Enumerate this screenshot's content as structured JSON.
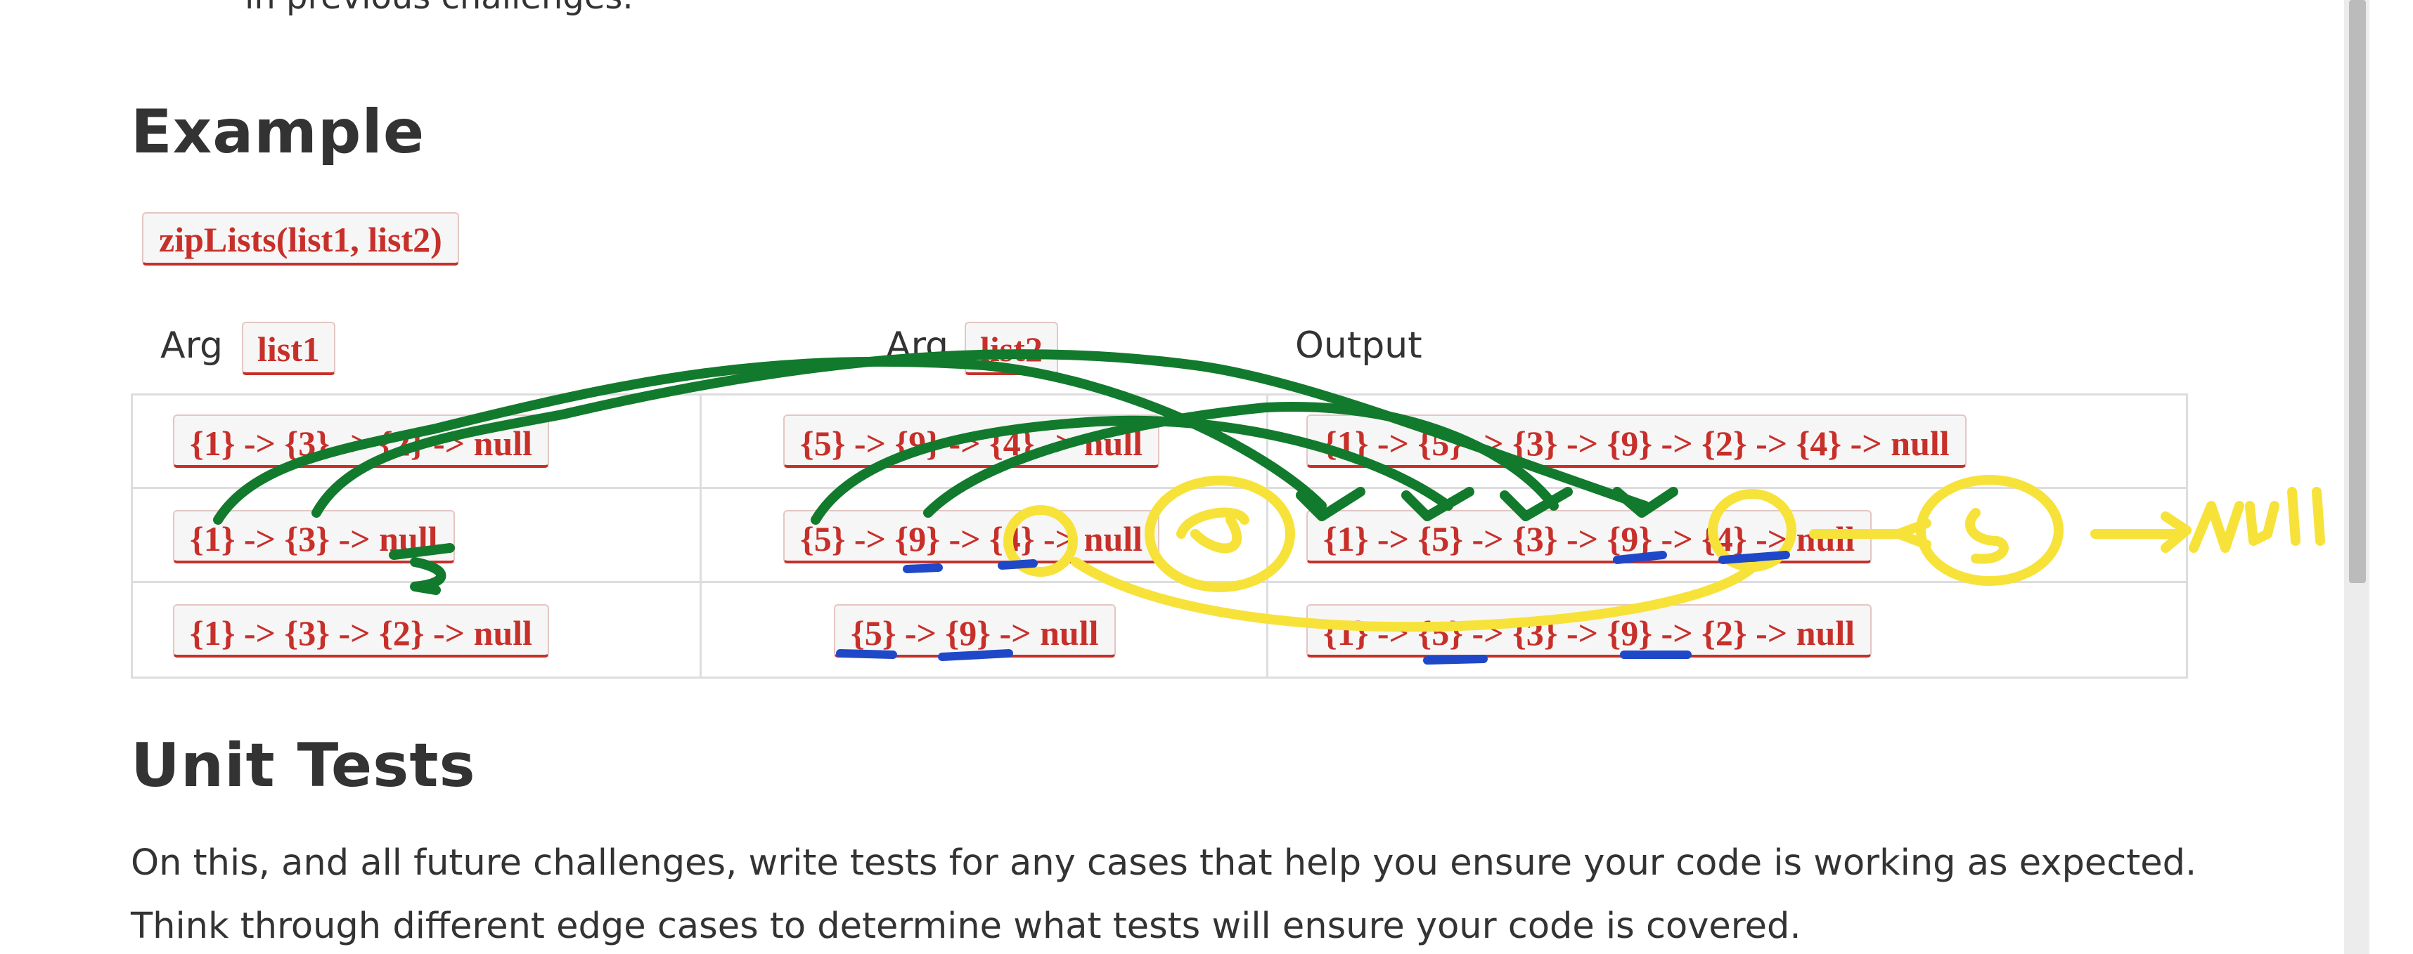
{
  "intro": {
    "tail_text": "in previous challenges."
  },
  "example": {
    "heading": "Example",
    "function_call": "zipLists(list1, list2)",
    "columns": {
      "arg1_label": "Arg",
      "arg1_name": "list1",
      "arg2_label": "Arg",
      "arg2_name": "list2",
      "output_label": "Output"
    },
    "rows": [
      {
        "list1": "{1} -> {3} -> {2} -> null",
        "list2": "{5} -> {9} -> {4} -> null",
        "output": "{1} -> {5} -> {3} -> {9} -> {2} -> {4} -> null"
      },
      {
        "list1": "{1} -> {3} -> null",
        "list2": "{5} -> {9} -> {4} -> null",
        "output": "{1} -> {5} -> {3} -> {9} -> {4} -> null"
      },
      {
        "list1": "{1} -> {3} -> {2} -> null",
        "list2": "{5} -> {9} -> null",
        "output": "{1} -> {5} -> {3} -> {9} -> {2} -> null"
      }
    ]
  },
  "unit_tests": {
    "heading": "Unit Tests",
    "body": "On this, and all future challenges, write tests for any cases that help you ensure your code is working as expected. Think through different edge cases to determine what tests will ensure your code is covered."
  },
  "annotations": {
    "handwritten_note": "5 → null",
    "colors": {
      "green": "#127a2c",
      "yellow": "#f7e23a",
      "blue": "#1f48c9"
    }
  },
  "theme": {
    "code_text": "#c7302a",
    "body_text": "#333333",
    "table_border": "#dddddd"
  }
}
